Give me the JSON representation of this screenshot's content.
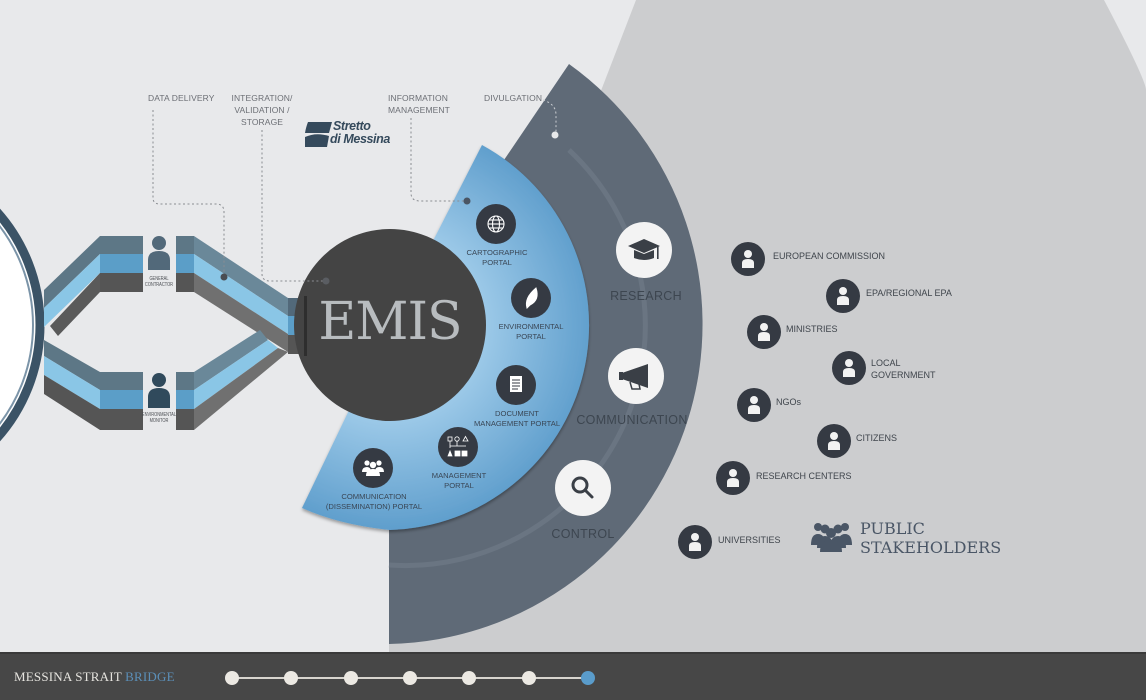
{
  "colors": {
    "background": "#e8e9eb",
    "outer_fan": "#cccdcf",
    "dark_ring": "#5f6a77",
    "blue_ring": "#6aaad6",
    "emis_core": "#444444",
    "icon_circle": "#353a43",
    "footer": "#474747",
    "accent": "#5b8fb8"
  },
  "annotations": {
    "data_delivery": "DATA DELIVERY",
    "integration_line1": "INTEGRATION/",
    "integration_line2": "VALIDATION /",
    "integration_line3": "STORAGE",
    "information_line1": "INFORMATION",
    "information_line2": "MANAGEMENT",
    "divulgation": "DIVULGATION"
  },
  "logo": {
    "line1": "Stretto",
    "line2": "di Messina"
  },
  "sources": {
    "general_contractor_line1": "GENERAL",
    "general_contractor_line2": "CONTRACTOR",
    "environmental_monitor_line1": "ENVIRONMENTAL",
    "environmental_monitor_line2": "MONITOR"
  },
  "core": {
    "title": "EMIS"
  },
  "portals": [
    {
      "icon": "globe-icon",
      "line1": "CARTOGRAPHIC",
      "line2": "PORTAL"
    },
    {
      "icon": "leaf-icon",
      "line1": "ENVIRONMENTAL",
      "line2": "PORTAL"
    },
    {
      "icon": "document-icon",
      "line1": "DOCUMENT",
      "line2": "MANAGEMENT PORTAL"
    },
    {
      "icon": "flowchart-icon",
      "line1": "MANAGEMENT",
      "line2": "PORTAL"
    },
    {
      "icon": "group-icon",
      "line1": "COMMUNICATION",
      "line2": "(DISSEMINATION) PORTAL"
    }
  ],
  "services": [
    {
      "icon": "graduation-cap-icon",
      "label": "RESEARCH"
    },
    {
      "icon": "megaphone-icon",
      "label": "COMMUNICATION"
    },
    {
      "icon": "magnifier-icon",
      "label": "CONTROL"
    }
  ],
  "stakeholders": {
    "items": [
      {
        "label": "EUROPEAN COMMISSION"
      },
      {
        "label": "EPA/REGIONAL EPA"
      },
      {
        "label": "MINISTRIES"
      },
      {
        "label": "LOCAL",
        "label2": "GOVERNMENT"
      },
      {
        "label": "NGOs"
      },
      {
        "label": "CITIZENS"
      },
      {
        "label": "RESEARCH CENTERS"
      },
      {
        "label": "UNIVERSITIES"
      }
    ],
    "title_line1": "PUBLIC",
    "title_line2": "STAKEHOLDERS"
  },
  "footer": {
    "brand_main": "MESSINA STRAIT",
    "brand_accent": "BRIDGE",
    "steps_total": 7,
    "active_step": 7
  }
}
